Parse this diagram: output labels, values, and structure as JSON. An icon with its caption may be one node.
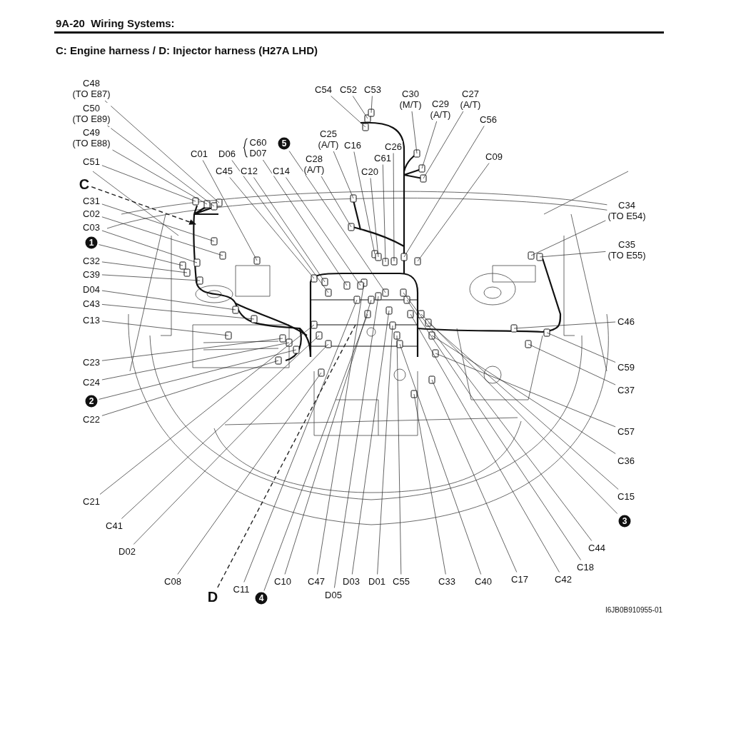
{
  "diagram": {
    "title": "C: Engine harness / D: Injector harness (H27A LHD)",
    "nodes": [
      {
        "text": [
          "C48",
          "(TO E87)"
        ]
      },
      {
        "text": [
          "C50",
          "(TO E89)"
        ]
      },
      {
        "text": [
          "C49",
          "(TO E88)"
        ]
      },
      {
        "text": [
          "C51"
        ]
      },
      {
        "text": [
          "C"
        ]
      },
      {
        "text": [
          "C31"
        ]
      },
      {
        "text": [
          "C02"
        ]
      },
      {
        "text": [
          "C03"
        ]
      },
      {
        "text": [
          "1"
        ]
      },
      {
        "text": [
          "C32"
        ]
      },
      {
        "text": [
          "C39"
        ]
      },
      {
        "text": [
          "D04"
        ]
      },
      {
        "text": [
          "C43"
        ]
      },
      {
        "text": [
          "C13"
        ]
      },
      {
        "text": [
          "C23"
        ]
      },
      {
        "text": [
          "C24"
        ]
      },
      {
        "text": [
          "2"
        ]
      },
      {
        "text": [
          "C22"
        ]
      },
      {
        "text": [
          "C21"
        ]
      },
      {
        "text": [
          "C41"
        ]
      },
      {
        "text": [
          "D02"
        ]
      },
      {
        "text": [
          "C08"
        ]
      },
      {
        "text": [
          "D"
        ]
      },
      {
        "text": [
          "C11"
        ]
      },
      {
        "text": [
          "4"
        ]
      },
      {
        "text": [
          "C10"
        ]
      },
      {
        "text": [
          "C47"
        ]
      },
      {
        "text": [
          "D05"
        ]
      },
      {
        "text": [
          "D03"
        ]
      },
      {
        "text": [
          "D01"
        ]
      },
      {
        "text": [
          "C55"
        ]
      },
      {
        "text": [
          "C33"
        ]
      },
      {
        "text": [
          "C40"
        ]
      },
      {
        "text": [
          "C17"
        ]
      },
      {
        "text": [
          "C42"
        ]
      },
      {
        "text": [
          "C18"
        ]
      },
      {
        "text": [
          "C44"
        ]
      },
      {
        "text": [
          "3"
        ]
      },
      {
        "text": [
          "C15"
        ]
      },
      {
        "text": [
          "C36"
        ]
      },
      {
        "text": [
          "C57"
        ]
      },
      {
        "text": [
          "C37"
        ]
      },
      {
        "text": [
          "C59"
        ]
      },
      {
        "text": [
          "C46"
        ]
      },
      {
        "text": [
          "C35",
          "(TO E55)"
        ]
      },
      {
        "text": [
          "C34",
          "(TO E54)"
        ]
      },
      {
        "text": [
          "C01"
        ]
      },
      {
        "text": [
          "D06"
        ]
      },
      {
        "text": [
          "C60",
          "D07"
        ]
      },
      {
        "text": [
          "5"
        ]
      },
      {
        "text": [
          "C45"
        ]
      },
      {
        "text": [
          "C12"
        ]
      },
      {
        "text": [
          "C14"
        ]
      },
      {
        "text": [
          "C25",
          "(A/T)"
        ]
      },
      {
        "text": [
          "C16"
        ]
      },
      {
        "text": [
          "C28",
          "(A/T)"
        ]
      },
      {
        "text": [
          "C20"
        ]
      },
      {
        "text": [
          "C61"
        ]
      },
      {
        "text": [
          "C26"
        ]
      },
      {
        "text": [
          "C54"
        ]
      },
      {
        "text": [
          "C52"
        ]
      },
      {
        "text": [
          "C53"
        ]
      },
      {
        "text": [
          "C30",
          "(M/T)"
        ]
      },
      {
        "text": [
          "C29",
          "(A/T)"
        ]
      },
      {
        "text": [
          "C27",
          "(A/T)"
        ]
      },
      {
        "text": [
          "C56"
        ]
      },
      {
        "text": [
          "C09"
        ]
      }
    ],
    "edges": [
      {
        "from": 0,
        "to": null,
        "arrow": "none"
      },
      {
        "from": 1,
        "to": null,
        "arrow": "none"
      },
      {
        "from": 2,
        "to": null,
        "arrow": "none"
      },
      {
        "from": 3,
        "to": null,
        "arrow": "none"
      },
      {
        "from": 4,
        "to": null,
        "arrow": "to",
        "style": "dashed"
      },
      {
        "from": 5,
        "to": null,
        "arrow": "none"
      },
      {
        "from": 6,
        "to": null,
        "arrow": "none"
      },
      {
        "from": 7,
        "to": null,
        "arrow": "none"
      },
      {
        "from": 8,
        "to": null,
        "arrow": "none"
      },
      {
        "from": 9,
        "to": null,
        "arrow": "none"
      },
      {
        "from": 10,
        "to": null,
        "arrow": "none"
      },
      {
        "from": 11,
        "to": null,
        "arrow": "none"
      },
      {
        "from": 12,
        "to": null,
        "arrow": "none"
      },
      {
        "from": 13,
        "to": null,
        "arrow": "none"
      },
      {
        "from": 14,
        "to": null,
        "arrow": "none"
      },
      {
        "from": 15,
        "to": null,
        "arrow": "none"
      },
      {
        "from": 16,
        "to": null,
        "arrow": "none"
      },
      {
        "from": 17,
        "to": null,
        "arrow": "none"
      },
      {
        "from": 18,
        "to": null,
        "arrow": "none"
      },
      {
        "from": 19,
        "to": null,
        "arrow": "none"
      },
      {
        "from": 20,
        "to": null,
        "arrow": "none"
      },
      {
        "from": 21,
        "to": null,
        "arrow": "none"
      },
      {
        "from": 22,
        "to": null,
        "arrow": "none",
        "style": "dashed"
      },
      {
        "from": 23,
        "to": null,
        "arrow": "none"
      },
      {
        "from": 24,
        "to": null,
        "arrow": "none"
      },
      {
        "from": 25,
        "to": null,
        "arrow": "none"
      },
      {
        "from": 26,
        "to": null,
        "arrow": "none"
      },
      {
        "from": 27,
        "to": null,
        "arrow": "none"
      },
      {
        "from": 28,
        "to": null,
        "arrow": "none"
      },
      {
        "from": 29,
        "to": null,
        "arrow": "none"
      },
      {
        "from": 30,
        "to": null,
        "arrow": "none"
      },
      {
        "from": 31,
        "to": null,
        "arrow": "none"
      },
      {
        "from": 32,
        "to": null,
        "arrow": "none"
      },
      {
        "from": 33,
        "to": null,
        "arrow": "none"
      },
      {
        "from": 34,
        "to": null,
        "arrow": "none"
      },
      {
        "from": 35,
        "to": null,
        "arrow": "none"
      },
      {
        "from": 36,
        "to": null,
        "arrow": "none"
      },
      {
        "from": 37,
        "to": null,
        "arrow": "none"
      },
      {
        "from": 38,
        "to": null,
        "arrow": "none"
      },
      {
        "from": 39,
        "to": null,
        "arrow": "none"
      },
      {
        "from": 40,
        "to": null,
        "arrow": "none"
      },
      {
        "from": 41,
        "to": null,
        "arrow": "none"
      },
      {
        "from": 42,
        "to": null,
        "arrow": "none"
      },
      {
        "from": 43,
        "to": null,
        "arrow": "none"
      },
      {
        "from": 44,
        "to": null,
        "arrow": "none"
      },
      {
        "from": 45,
        "to": null,
        "arrow": "none"
      },
      {
        "from": 46,
        "to": null,
        "arrow": "none"
      },
      {
        "from": 47,
        "to": null,
        "arrow": "none"
      },
      {
        "from": 48,
        "to": null,
        "arrow": "none"
      },
      {
        "from": 49,
        "to": null,
        "arrow": "none"
      },
      {
        "from": 50,
        "to": null,
        "arrow": "none"
      },
      {
        "from": 51,
        "to": null,
        "arrow": "none"
      },
      {
        "from": 52,
        "to": null,
        "arrow": "none"
      },
      {
        "from": 53,
        "to": null,
        "arrow": "none"
      },
      {
        "from": 54,
        "to": null,
        "arrow": "none"
      },
      {
        "from": 55,
        "to": null,
        "arrow": "none"
      },
      {
        "from": 56,
        "to": null,
        "arrow": "none"
      },
      {
        "from": 57,
        "to": null,
        "arrow": "none"
      },
      {
        "from": 58,
        "to": null,
        "arrow": "none"
      },
      {
        "from": 59,
        "to": null,
        "arrow": "none"
      },
      {
        "from": 60,
        "to": null,
        "arrow": "none"
      },
      {
        "from": 61,
        "to": null,
        "arrow": "none"
      },
      {
        "from": 62,
        "to": null,
        "arrow": "none"
      },
      {
        "from": 63,
        "to": null,
        "arrow": "none"
      },
      {
        "from": 64,
        "to": null,
        "arrow": "none"
      },
      {
        "from": 65,
        "to": null,
        "arrow": "none"
      },
      {
        "from": 66,
        "to": null,
        "arrow": "none"
      }
    ],
    "labels": [
      "9A-20  Wiring Systems:",
      "I6JB0B910955-01"
    ]
  }
}
